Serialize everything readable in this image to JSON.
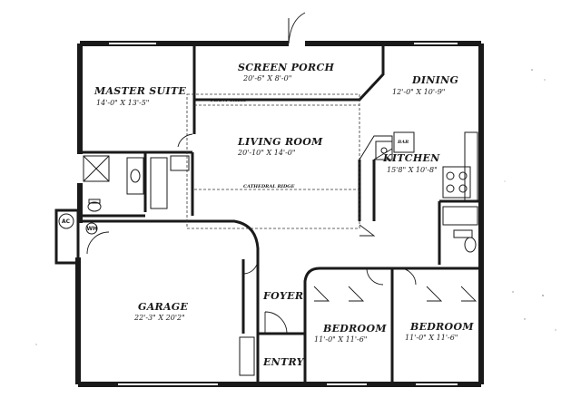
{
  "rooms": {
    "master_suite": {
      "name": "MASTER SUITE",
      "dims": "14'-0\" X 13'-5\""
    },
    "screen_porch": {
      "name": "SCREEN PORCH",
      "dims": "20'-6\" X 8'-0\""
    },
    "dining": {
      "name": "DINING",
      "dims": "12'-0\" X 10'-9\""
    },
    "living_room": {
      "name": "LIVING ROOM",
      "dims": "20'-10\" X 14'-0\""
    },
    "kitchen": {
      "name": "KITCHEN",
      "dims": "15'8\" X 10'-8\""
    },
    "garage": {
      "name": "GARAGE",
      "dims": "22'-3\" X 20'2\""
    },
    "foyer": {
      "name": "FOYER"
    },
    "entry": {
      "name": "ENTRY"
    },
    "bedroom_1": {
      "name": "BEDROOM",
      "dims": "11'-0\" X 11'-6\""
    },
    "bedroom_2": {
      "name": "BEDROOM",
      "dims": "11'-0\" X 11'-6\""
    }
  },
  "labels": {
    "plant_shelf": "PLANT SHELF",
    "cathedral_ridge": "CATHEDRAL RIDGE",
    "ac": "AC",
    "wh": "WH",
    "bar": "BAR"
  },
  "colors": {
    "ink": "#1a1a1a",
    "paper": "#ffffff"
  }
}
